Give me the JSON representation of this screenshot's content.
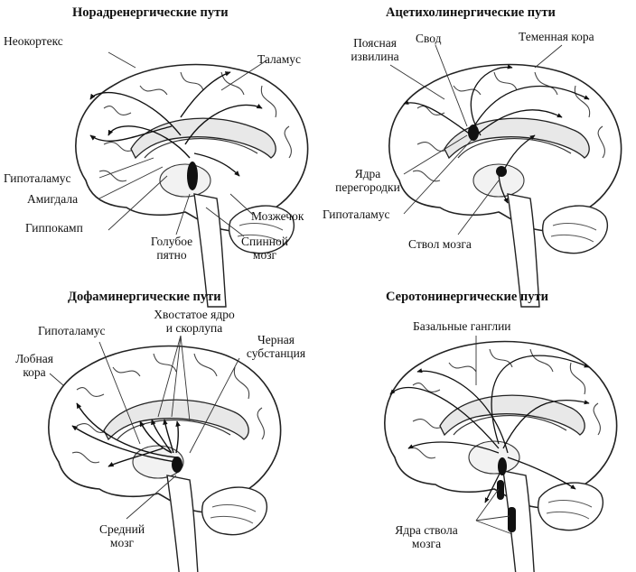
{
  "panels": [
    {
      "title": "Норадренергические пути",
      "labels": {
        "neocortex": "Неокортекс",
        "thalamus": "Таламус",
        "hypothalamus": "Гипоталамус",
        "amygdala": "Амигдала",
        "hippocampus": "Гиппокамп",
        "locus1": "Голубое",
        "locus2": "пятно",
        "cerebellum": "Мозжечок",
        "spinal1": "Спинной",
        "spinal2": "мозг"
      }
    },
    {
      "title": "Ацетихолинергические пути",
      "labels": {
        "cingulate1": "Поясная",
        "cingulate2": "извилина",
        "fornix": "Свод",
        "parietal": "Теменная кора",
        "septal1": "Ядра",
        "septal2": "перегородки",
        "hypothalamus": "Гипоталамус",
        "brainstem": "Ствол мозга"
      }
    },
    {
      "title": "Дофаминергические пути",
      "labels": {
        "hypothalamus": "Гипоталамус",
        "caudate1": "Хвостатое ядро",
        "caudate2": "и скорлупа",
        "frontal1": "Лобная",
        "frontal2": "кора",
        "nigra1": "Черная",
        "nigra2": "субстанция",
        "midbrain1": "Средний",
        "midbrain2": "мозг"
      }
    },
    {
      "title": "Серотонинергические пути",
      "labels": {
        "basal": "Базальные ганглии",
        "raphe1": "Ядра ствола",
        "raphe2": "мозга"
      }
    }
  ]
}
